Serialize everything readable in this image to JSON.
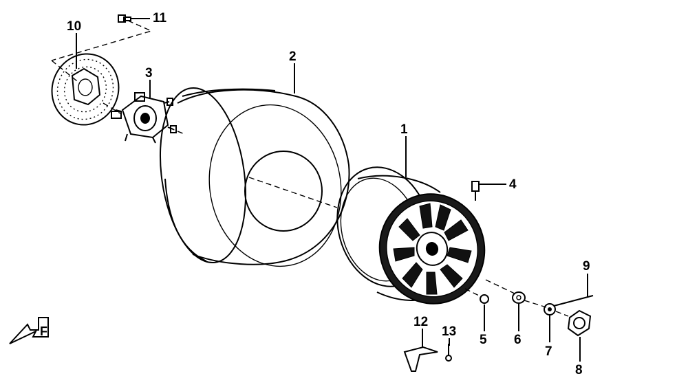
{
  "callouts": {
    "c1": "1",
    "c2": "2",
    "c3": "3",
    "c4": "4",
    "c5": "5",
    "c6": "6",
    "c7": "7",
    "c8": "8",
    "c9": "9",
    "c10": "10",
    "c11": "11",
    "c12": "12",
    "c13": "13"
  },
  "front_mark": "F",
  "colors": {
    "ink": "#000000",
    "background": "#ffffff"
  }
}
